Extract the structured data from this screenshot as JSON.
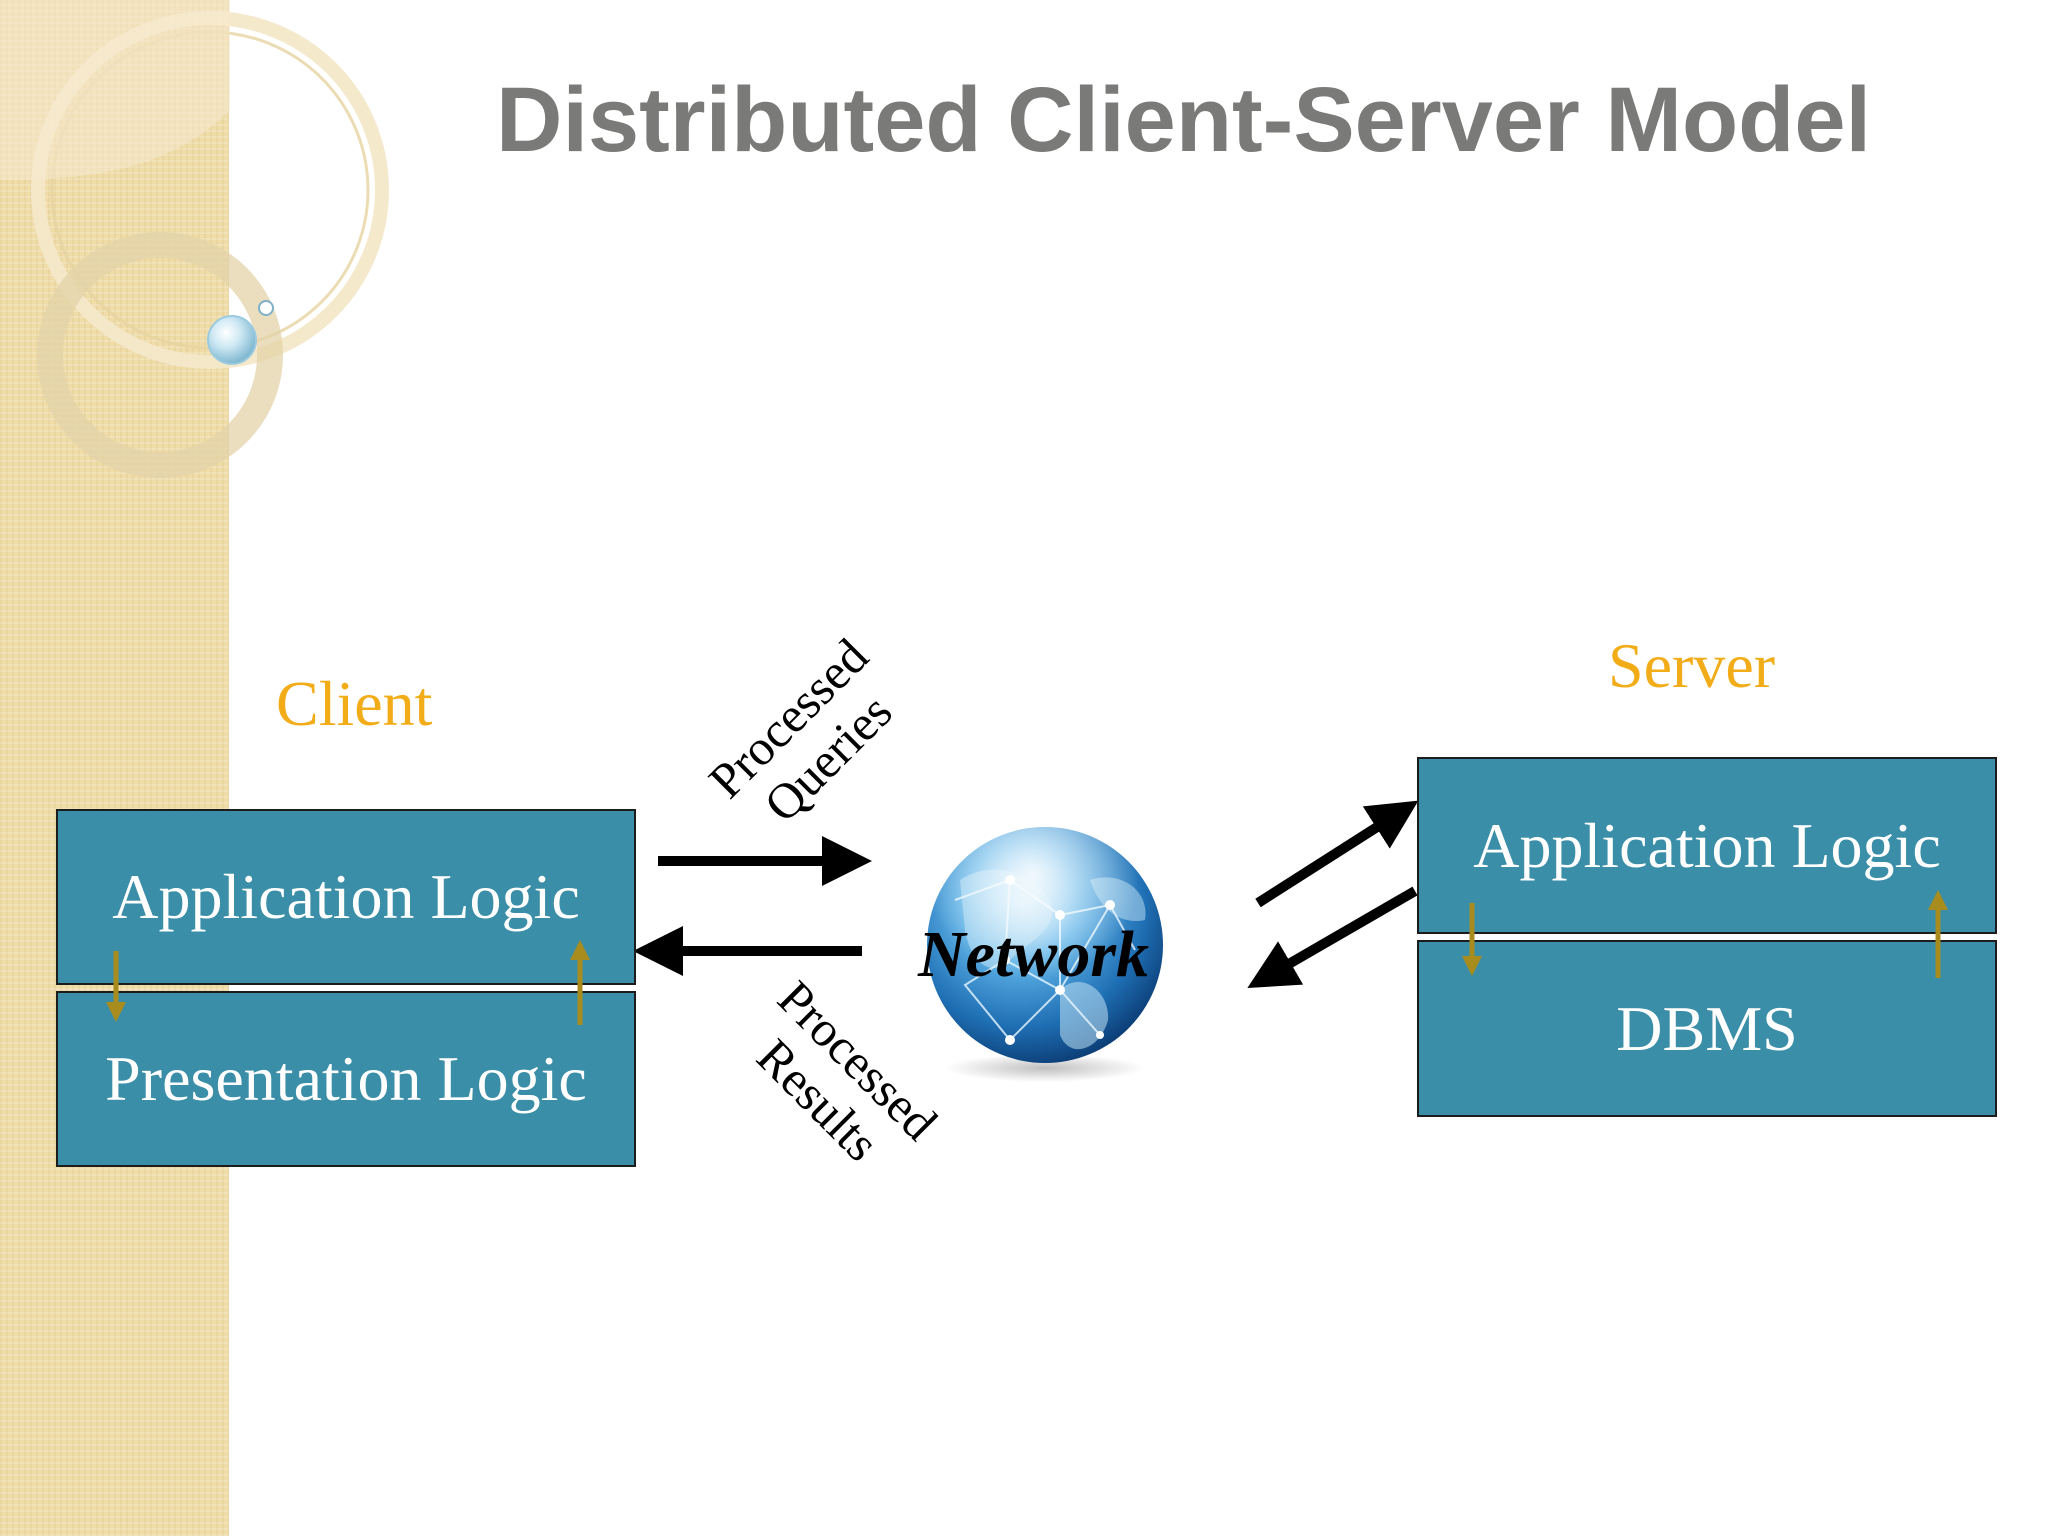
{
  "slide": {
    "title": "Distributed Client-Server Model"
  },
  "colors": {
    "title": "#7a7a78",
    "group_label": "#f2ac17",
    "box_fill": "#3a8ea8",
    "box_text": "#ffffff",
    "small_arrow": "#a88c1e",
    "sidebar": "#efdca8"
  },
  "client": {
    "label": "Client",
    "boxes": [
      "Application Logic",
      "Presentation Logic"
    ]
  },
  "server": {
    "label": "Server",
    "boxes": [
      "Application Logic",
      "DBMS"
    ]
  },
  "network": {
    "label": "Network",
    "icon": "globe-icon"
  },
  "flows": {
    "queries_label": [
      "Processed",
      "Queries"
    ],
    "results_label": [
      "Processed",
      "Results"
    ]
  }
}
